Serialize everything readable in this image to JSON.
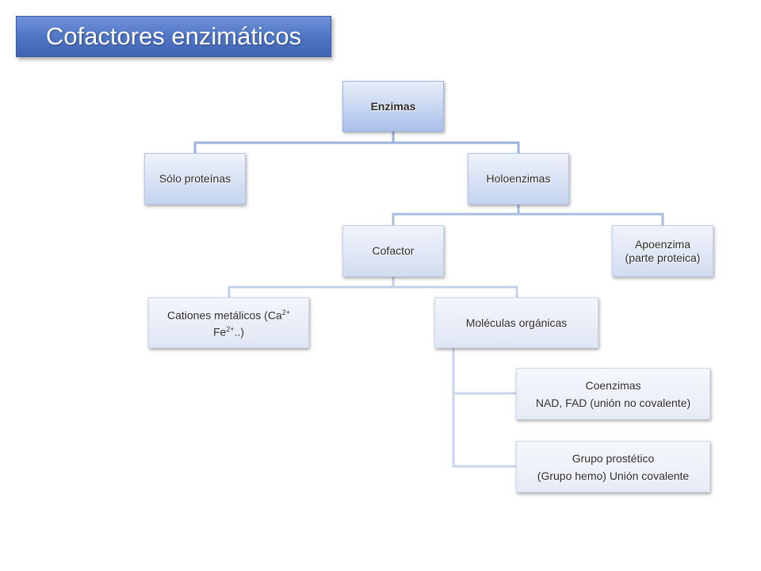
{
  "slide": {
    "title": "Cofactores enzimáticos"
  },
  "diagram": {
    "root": {
      "label": "Enzimas"
    },
    "solo_proteinas": {
      "label": "Sólo proteínas"
    },
    "holoenzimas": {
      "label": "Holoenzimas"
    },
    "cofactor": {
      "label": "Cofactor"
    },
    "apoenzima": {
      "line1": "Apoenzima",
      "line2": "(parte proteica)"
    },
    "cationes": {
      "part1": "Cationes metálicos (Ca",
      "sup1": "2+",
      "part2": "Fe",
      "sup2": "2+",
      "part3": "..)"
    },
    "moleculas": {
      "label": "Moléculas orgánicas"
    },
    "coenzimas": {
      "line1": "Coenzimas",
      "line2": "NAD, FAD (unión no covalente)"
    },
    "grupo_prostetico": {
      "line1": "Grupo prostético",
      "line2": "(Grupo hemo) Unión covalente"
    }
  },
  "colors": {
    "title_bg": "#4e74c4",
    "connector_dark": "#8fa8d6",
    "connector_light": "#c2d0ea"
  }
}
